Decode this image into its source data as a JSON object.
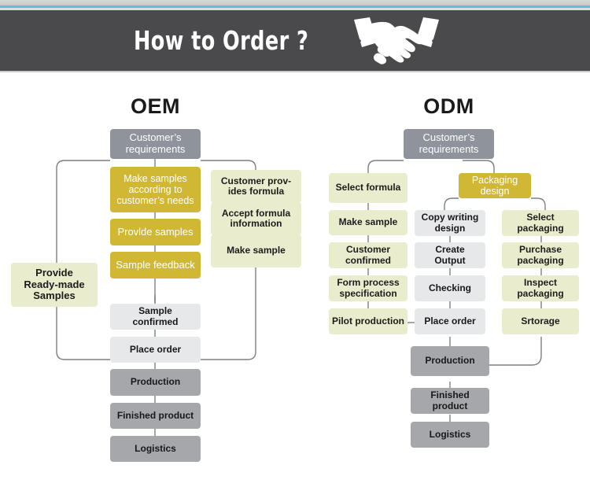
{
  "header": {
    "title": "How to Order ?",
    "icon": "handshake-icon",
    "background": "#4a4a4d",
    "accent_line": "#63c0cb"
  },
  "palette": {
    "gold": "#d0b734",
    "cream": "#eaedcd",
    "grey_dark": "#8f939c",
    "grey_mid": "#a5a7aa",
    "grey_light": "#e7e8e9",
    "connector": "#7d7f82"
  },
  "oem": {
    "title": "OEM",
    "root": {
      "label": "Customer’s\nrequirements"
    },
    "side_box": {
      "label": "Provide\nReady-made\nSamples"
    },
    "center_chain": [
      {
        "label": "Make samples\naccording to\ncustomer’s needs"
      },
      {
        "label": "Provlde samples"
      },
      {
        "label": "Sample feedback"
      }
    ],
    "right_chain": [
      {
        "label": "Customer prov-\nides  formula"
      },
      {
        "label": "Accept formula\ninformation"
      },
      {
        "label": "Make sample"
      }
    ],
    "tail_chain": [
      {
        "label": "Sample\nconfirmed"
      },
      {
        "label": "Place order"
      },
      {
        "label": "Production"
      },
      {
        "label": "Finished product"
      },
      {
        "label": "Logistics"
      }
    ]
  },
  "odm": {
    "title": "ODM",
    "root": {
      "label": "Customer’s\nrequirements"
    },
    "packaging_root": {
      "label": "Packaging design"
    },
    "left_chain": [
      {
        "label": "Select formula"
      },
      {
        "label": "Make sample"
      },
      {
        "label": "Customer\nconfirmed"
      },
      {
        "label": "Form process\nspecification"
      },
      {
        "label": "Pilot production"
      }
    ],
    "center_chain": [
      {
        "label": "Copy writing\ndesign"
      },
      {
        "label": "Create\nOutput"
      },
      {
        "label": "Checking"
      },
      {
        "label": "Place order"
      }
    ],
    "right_chain": [
      {
        "label": "Select packaging"
      },
      {
        "label": "Purchase\npackaging"
      },
      {
        "label": "Inspect\npackaging"
      },
      {
        "label": "Srtorage"
      }
    ],
    "tail_chain": [
      {
        "label": "Production"
      },
      {
        "label": "Finished product"
      },
      {
        "label": "Logistics"
      }
    ]
  }
}
